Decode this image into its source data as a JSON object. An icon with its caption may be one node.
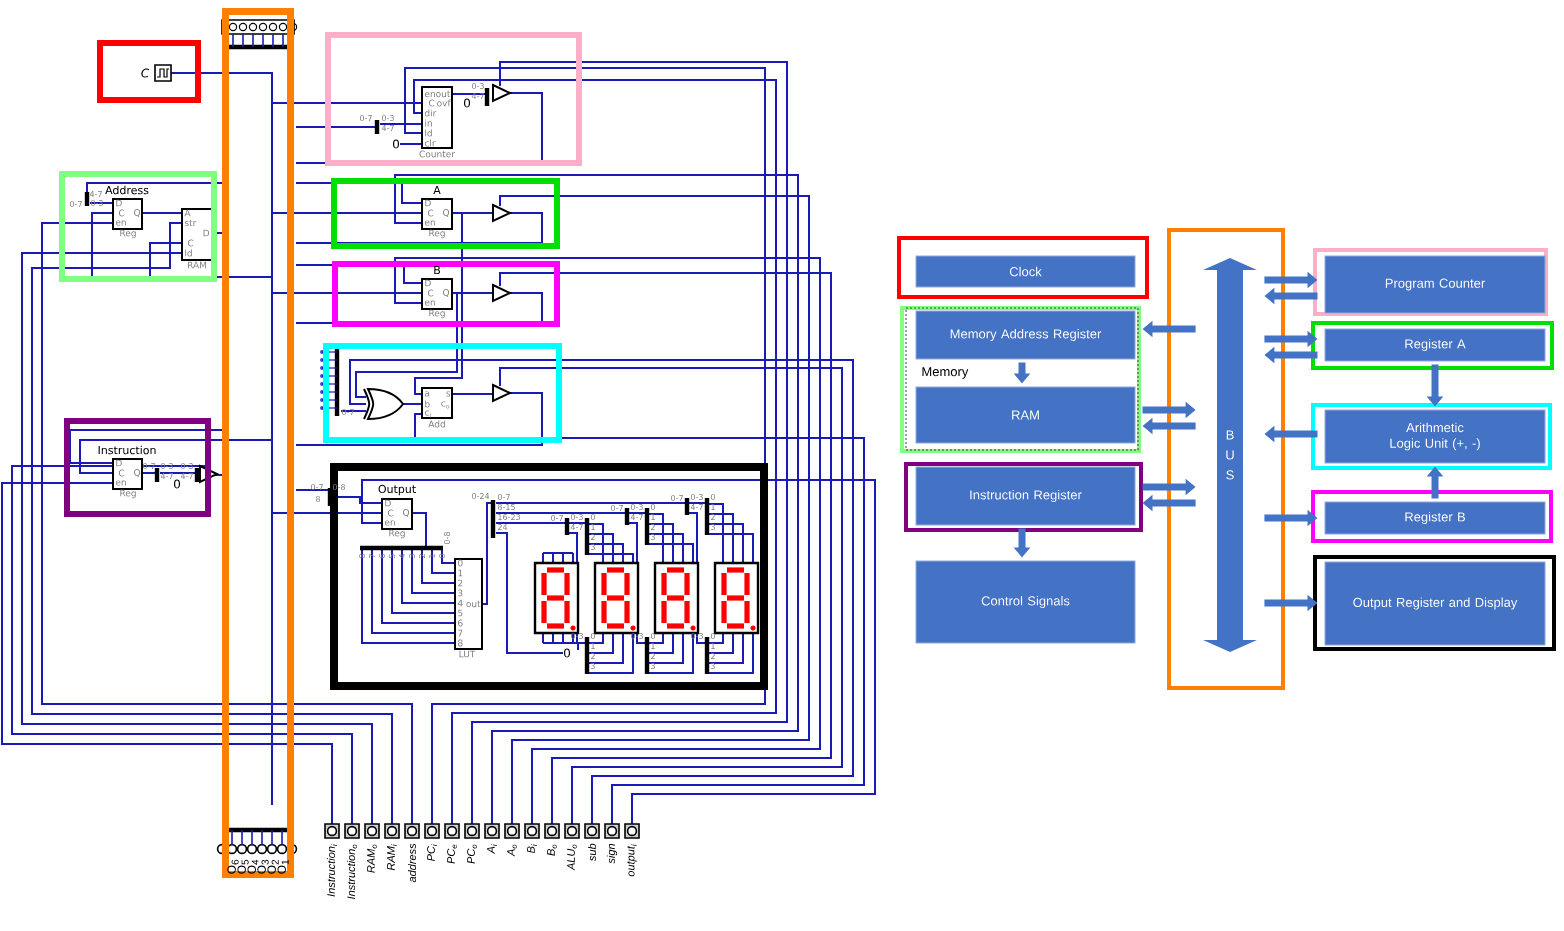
{
  "diagram": {
    "nodes": [
      {
        "text": [],
        "shape": "box"
      },
      {
        "text": [
          "Clock"
        ],
        "in": 0
      },
      {
        "text": [],
        "shape": "box"
      },
      {
        "text": [
          "Memory"
        ],
        "in": 2
      },
      {
        "text": [
          "Memory Address Register"
        ],
        "in": 3
      },
      {
        "text": [
          "RAM"
        ],
        "in": 3
      },
      {
        "text": [],
        "shape": "box"
      },
      {
        "text": [
          "Instruction Register"
        ],
        "in": 6
      },
      {
        "text": [
          "Control Signals"
        ]
      },
      {
        "text": [],
        "shape": "box"
      },
      {
        "text": [
          "B U S"
        ],
        "in": 9
      },
      {
        "text": [],
        "shape": "box"
      },
      {
        "text": [
          "Program Counter"
        ],
        "in": 11
      },
      {
        "text": [],
        "shape": "box"
      },
      {
        "text": [
          "Register A"
        ],
        "in": 13
      },
      {
        "text": [],
        "shape": "box"
      },
      {
        "text": [
          "Arithmetic Logic Unit (+, -)"
        ],
        "in": 15
      },
      {
        "text": [],
        "shape": "box"
      },
      {
        "text": [
          "Register B"
        ],
        "in": 17
      },
      {
        "text": [],
        "shape": "box"
      },
      {
        "text": [
          "Output Register and Display"
        ],
        "in": 19
      }
    ],
    "edges": [
      {
        "from": 10,
        "to": 12,
        "arrow": "to"
      },
      {
        "from": 12,
        "to": 10,
        "arrow": "to"
      },
      {
        "from": 10,
        "to": 4,
        "arrow": "to"
      },
      {
        "from": 10,
        "to": 14,
        "arrow": "to"
      },
      {
        "from": 14,
        "to": 10,
        "arrow": "to"
      },
      {
        "from": 4,
        "to": 5,
        "arrow": "to"
      },
      {
        "from": 5,
        "to": 10,
        "arrow": "to"
      },
      {
        "from": 10,
        "to": 5,
        "arrow": "to"
      },
      {
        "from": 14,
        "to": 16,
        "arrow": "to"
      },
      {
        "from": 16,
        "to": 10,
        "arrow": "to"
      },
      {
        "from": 7,
        "to": 10,
        "arrow": "to"
      },
      {
        "from": 10,
        "to": 7,
        "arrow": "to"
      },
      {
        "from": 18,
        "to": 16,
        "arrow": "to"
      },
      {
        "from": 10,
        "to": 18,
        "arrow": "to"
      },
      {
        "from": 7,
        "to": 8,
        "arrow": "to"
      },
      {
        "from": 10,
        "to": 20,
        "arrow": "to"
      }
    ],
    "labels": [
      "C",
      "enout",
      "C",
      "ovf",
      "dir",
      "in",
      "ld",
      "clr",
      "Counter",
      "0-7",
      "0-3",
      "4-7",
      "0",
      "0-3",
      "4-7",
      "0",
      "Address",
      "4-7",
      "0-7",
      "0-3",
      "D",
      "C",
      "Q",
      "en",
      "Reg",
      "A",
      "str",
      "C",
      "ld",
      "D",
      "RAM",
      "A",
      "D",
      "C",
      "Q",
      "en",
      "Reg",
      "B",
      "D",
      "C",
      "Q",
      "en",
      "Reg",
      "0-7",
      "a",
      "b",
      "c$_{i}$",
      "s",
      "c$_{o}$",
      "Add",
      "Instruction",
      "D",
      "C",
      "Q",
      "en",
      "Reg",
      "0-7",
      "0-3",
      "4-7",
      "0",
      "0-3",
      "4-7",
      "0-7",
      "8",
      "0-8",
      "Output",
      "D",
      "C",
      "Q",
      "en",
      "Reg",
      "0-8",
      "8",
      "7",
      "6",
      "5",
      "4",
      "3",
      "2",
      "1",
      "0",
      "0",
      "1",
      "2",
      "3",
      "4",
      "5",
      "6",
      "7",
      "8",
      "out",
      "LUT",
      "0-24",
      "0-7",
      "8-15",
      "16-23",
      "24",
      "0",
      "0-7",
      "0-3",
      "4-7",
      "0",
      "1",
      "2",
      "3",
      "0-3",
      "0",
      "1",
      "2",
      "3",
      "0-7",
      "0-3",
      "4-7",
      "0",
      "1",
      "2",
      "3",
      "0-3",
      "0",
      "1",
      "2",
      "3",
      "0-7",
      "0-3",
      "4-7",
      "0",
      "1",
      "2",
      "3",
      "0-3",
      "0",
      "1",
      "2",
      "3",
      "Instruction$_{i}$",
      "Instruction$_{o}$",
      "RAM$_{o}$",
      "RAM$_{i}$",
      "address",
      "PC$_{i}$",
      "PC$_{e}$",
      "PC$_{o}$",
      "A$_{i}$",
      "A$_{o}$",
      "B$_{i}$",
      "B$_{o}$",
      "ALU$_{o}$",
      "sub",
      "sign",
      "output$_{i}$",
      "O$_{6}$",
      "O$_{5}$",
      "O$_{4}$",
      "O$_{3}$",
      "O$_{2}$",
      "O$_{1}$"
    ]
  }
}
